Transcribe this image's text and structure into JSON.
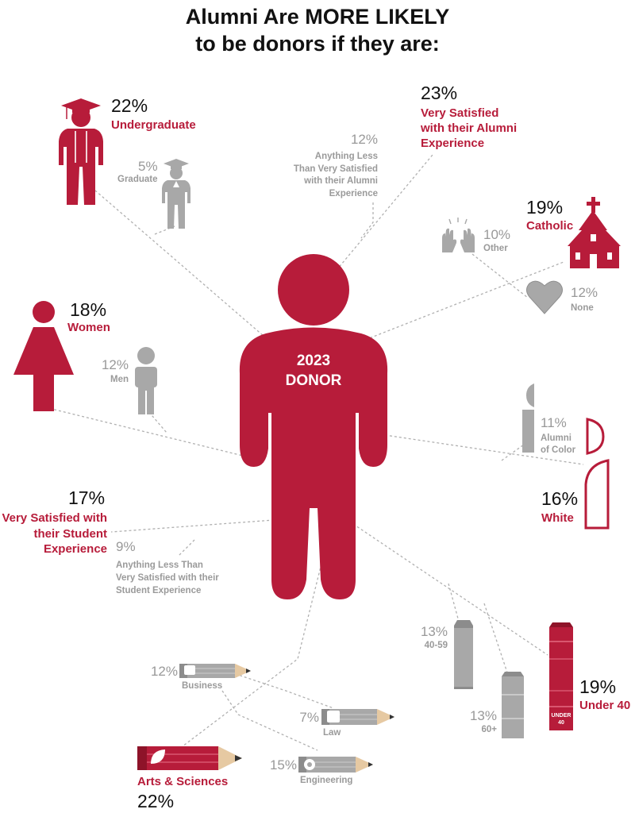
{
  "title_line1": "Alumni Are MORE LIKELY",
  "title_line2": "to be donors if they are:",
  "donor": {
    "year": "2023",
    "label": "DONOR"
  },
  "colors": {
    "accent": "#b71c3a",
    "grey": "#a8a8a8",
    "text": "#111111"
  },
  "education": {
    "undergrad": {
      "pct": "22%",
      "label": "Undergraduate",
      "icon": "graduate-cap-icon"
    },
    "graduate": {
      "pct": "5%",
      "label": "Graduate",
      "icon": "graduate-cap-icon"
    }
  },
  "alumni_experience": {
    "very": {
      "pct": "23%",
      "line1": "Very Satisfied",
      "line2": "with their Alumni",
      "line3": "Experience"
    },
    "less": {
      "pct": "12%",
      "line1": "Anything Less",
      "line2": "Than Very Satisfied",
      "line3": "with their Alumni",
      "line4": "Experience"
    }
  },
  "religion": {
    "catholic": {
      "pct": "19%",
      "label": "Catholic",
      "icon": "church-icon"
    },
    "other": {
      "pct": "10%",
      "label": "Other",
      "icon": "praying-hands-icon"
    },
    "none": {
      "pct": "12%",
      "label": "None",
      "icon": "heart-icon"
    }
  },
  "gender": {
    "women": {
      "pct": "18%",
      "label": "Women",
      "icon": "woman-icon"
    },
    "men": {
      "pct": "12%",
      "label": "Men",
      "icon": "man-icon"
    }
  },
  "race": {
    "color": {
      "pct": "11%",
      "line1": "Alumni",
      "line2": "of Color",
      "icon": "profile-icon"
    },
    "white": {
      "pct": "16%",
      "label": "White",
      "icon": "profile-outline-icon"
    }
  },
  "student_experience": {
    "very": {
      "pct": "17%",
      "line1": "Very Satisfied with",
      "line2": "their Student",
      "line3": "Experience"
    },
    "less": {
      "pct": "9%",
      "line1": "Anything Less  Than",
      "line2": "Very Satisfied with their",
      "line3": "Student Experience"
    }
  },
  "age": {
    "a4059": {
      "pct": "13%",
      "label": "40-59"
    },
    "a60": {
      "pct": "13%",
      "label": "60+"
    },
    "under40": {
      "pct": "19%",
      "label": "Under 40",
      "book_line1": "UNDER",
      "book_line2": "40"
    }
  },
  "schools": {
    "business": {
      "pct": "12%",
      "label": "Business",
      "icon": "briefcase-icon"
    },
    "law": {
      "pct": "7%",
      "label": "Law",
      "icon": "scales-icon"
    },
    "engineering": {
      "pct": "15%",
      "label": "Engineering",
      "icon": "gear-icon"
    },
    "arts": {
      "pct": "22%",
      "label": "Arts & Sciences",
      "icon": "leaf-icon"
    }
  }
}
